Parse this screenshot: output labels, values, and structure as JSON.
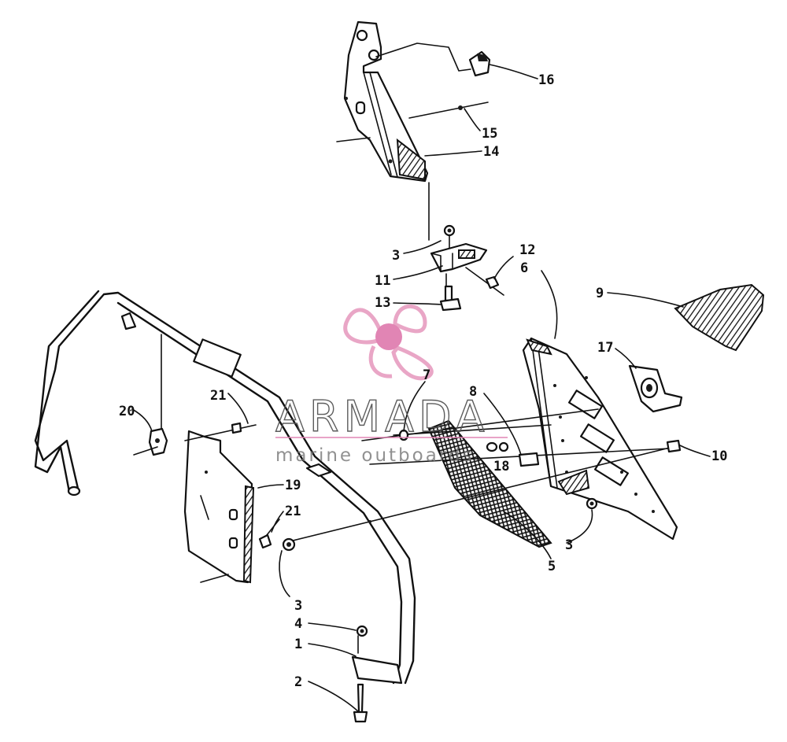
{
  "diagram": {
    "callouts": [
      {
        "id": "c16",
        "text": "16"
      },
      {
        "id": "c15",
        "text": "15"
      },
      {
        "id": "c14",
        "text": "14"
      },
      {
        "id": "c3a",
        "text": "3"
      },
      {
        "id": "c11",
        "text": "11"
      },
      {
        "id": "c13",
        "text": "13"
      },
      {
        "id": "c12",
        "text": "12"
      },
      {
        "id": "c6",
        "text": "6"
      },
      {
        "id": "c9",
        "text": "9"
      },
      {
        "id": "c17",
        "text": "17"
      },
      {
        "id": "c7",
        "text": "7"
      },
      {
        "id": "c8",
        "text": "8"
      },
      {
        "id": "c20",
        "text": "20"
      },
      {
        "id": "c21a",
        "text": "21"
      },
      {
        "id": "c19",
        "text": "19"
      },
      {
        "id": "c21b",
        "text": "21"
      },
      {
        "id": "c18",
        "text": "18"
      },
      {
        "id": "c10",
        "text": "10"
      },
      {
        "id": "c3b",
        "text": "3"
      },
      {
        "id": "c5",
        "text": "5"
      },
      {
        "id": "c3c",
        "text": "3"
      },
      {
        "id": "c4",
        "text": "4"
      },
      {
        "id": "c1",
        "text": "1"
      },
      {
        "id": "c2",
        "text": "2"
      }
    ]
  },
  "watermark": {
    "brand": "ARMADA",
    "tagline": "marine outboards",
    "colors": {
      "logo": "#e8a2c4",
      "logo_center": "#e07fb0",
      "text": "#5a5a5a",
      "rule": "#e07fb0"
    }
  }
}
